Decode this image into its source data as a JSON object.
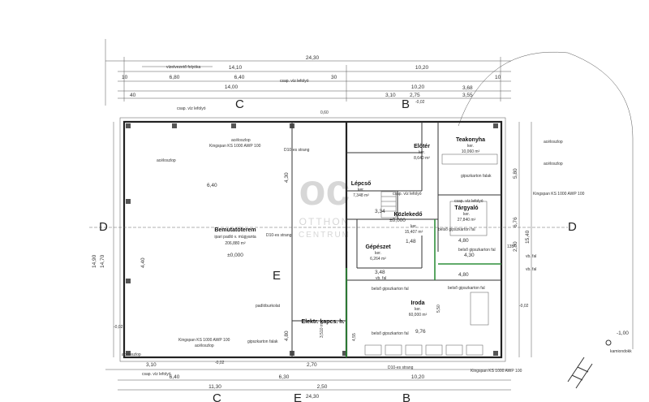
{
  "overall_dims": {
    "top_total": "24,30",
    "top_left_1410": "14,10",
    "top_right_1020": "10,20",
    "top_680": "6,80",
    "top_640": "6,40",
    "top_1400": "14,00",
    "top_1020b": "10,20",
    "row3_10a": "10",
    "row3_10b": "10",
    "row3_30": "30",
    "row3_40": "40",
    "left_1490": "14,90",
    "left_1470": "14,70",
    "right_1540": "15,40",
    "bottom_total": "24,30",
    "bottom_1130": "11,30",
    "bottom_630": "6,30",
    "bottom_640": "6,40",
    "bottom_1020": "10,20",
    "bottom_250": "2,50"
  },
  "axes": {
    "C_top": "C",
    "B_top": "B",
    "C_bottom": "C",
    "E_bottom": "E",
    "B_bottom": "B",
    "D_left": "D",
    "D_right": "D",
    "E_mid": "E"
  },
  "rooms": {
    "bemutato": {
      "name": "Bemutatóterem",
      "desc": "ipari padló v. mügyanta",
      "area": "206,880 m²",
      "level": "±0,000"
    },
    "eloter": {
      "name": "Előtér",
      "desc": "ker.",
      "area": "8,640 m²"
    },
    "teakonyha": {
      "name": "Teakonyha",
      "desc": "ker.",
      "area": "10,060 m²"
    },
    "lepcso": {
      "name": "Lépcső",
      "desc": "ker.",
      "area": "7,348 m²"
    },
    "kozlekedo": {
      "name": "Közlekedő",
      "level": "±0,000",
      "desc": "ker.",
      "area": "15,407 m²"
    },
    "targyalo": {
      "name": "Tárgyaló",
      "desc": "ker.",
      "area": "27,840 m²"
    },
    "gepeszet": {
      "name": "Gépészet",
      "desc": "ker.",
      "area": "6,264 m²"
    },
    "iroda": {
      "name": "Iroda",
      "desc": "ker.",
      "area": "60,000 m²"
    },
    "elektr": {
      "name": "Elektr. kapcs. h.",
      "area": "3,510 m²"
    }
  },
  "labels": {
    "vizelvezeto": "vízelvezető folyóka",
    "csap_viz_1": "csap. víz lefolyó",
    "csap_viz_2": "csap. víz lefolyó",
    "csap_viz_3": "csap. víz lefolyó",
    "csap_viz_4": "csap. víz lefolyó",
    "csap_viz_5": "csap. víz lefolyó",
    "acel_1": "acéloszlop",
    "acel_2": "acéloszlop",
    "acel_3": "acéloszlop",
    "acel_4": "acéloszlop",
    "acel_5": "acéloszlop",
    "acel_6": "acéloszlop",
    "kingspan_1": "Kingspan KS 1000 AWP 100",
    "kingspan_2": "Kingspan KS 1000 AWP 100",
    "kingspan_3": "Kingspan KS 1000 AWP 100",
    "kingspan_4": "Kingspan KS 1000 AWP 100",
    "strang_1": "D10-es strang",
    "strang_2": "D10-es strang",
    "strang_3": "D10-es strang",
    "gipszkarton_falak_1": "gipszkarton falak",
    "gipszkarton_falak_2": "gipszkarton falak",
    "belso_gipsz_1": "belső gipszkarton fal",
    "belso_gipsz_2": "belső gipszkarton fal",
    "belso_gipsz_3": "belső gipszkarton fal",
    "belso_gipsz_4": "belső gipszkarton fal",
    "belso_gipsz_5": "belső gipszkarton fal",
    "padlo": "padlóburkolat",
    "vb_fal_1": "vb. fal",
    "vb_fal_2": "vb. fal",
    "vb_fal_3": "vb. fal",
    "kamion": "kamiondokk",
    "level_neg100": "-1,00",
    "level_002a": "-0,02",
    "level_002b": "-0,02",
    "level_002c": "-0,02",
    "level_002d": "-0,02",
    "area_334": "3,34",
    "area_976": "9,76",
    "iroda_area2": "5,50",
    "dim_148": "1,48",
    "dim_348": "3,48",
    "dim_430": "4,30",
    "dim_480a": "4,80",
    "dim_480b": "4,80",
    "dim_640v": "6,40",
    "dim_430v": "4,30",
    "dim_440v": "4,40",
    "dim_480v": "4,80",
    "dim_580": "5,80",
    "dim_676": "6,76",
    "dim_280": "2,80",
    "dim_455": "4,55",
    "dim_630c": "6,30",
    "dim_1020c": "10,20",
    "dim_310": "3,10",
    "dim_275": "2,75",
    "dim_355": "3,55",
    "dim_368": "3,68",
    "dim_250b": "2,50",
    "dim_270": "2,70",
    "degree": "135°",
    "fal_vast": "0,60"
  },
  "watermark": {
    "line1": "OTTHON",
    "line2": "CENTRUM"
  }
}
